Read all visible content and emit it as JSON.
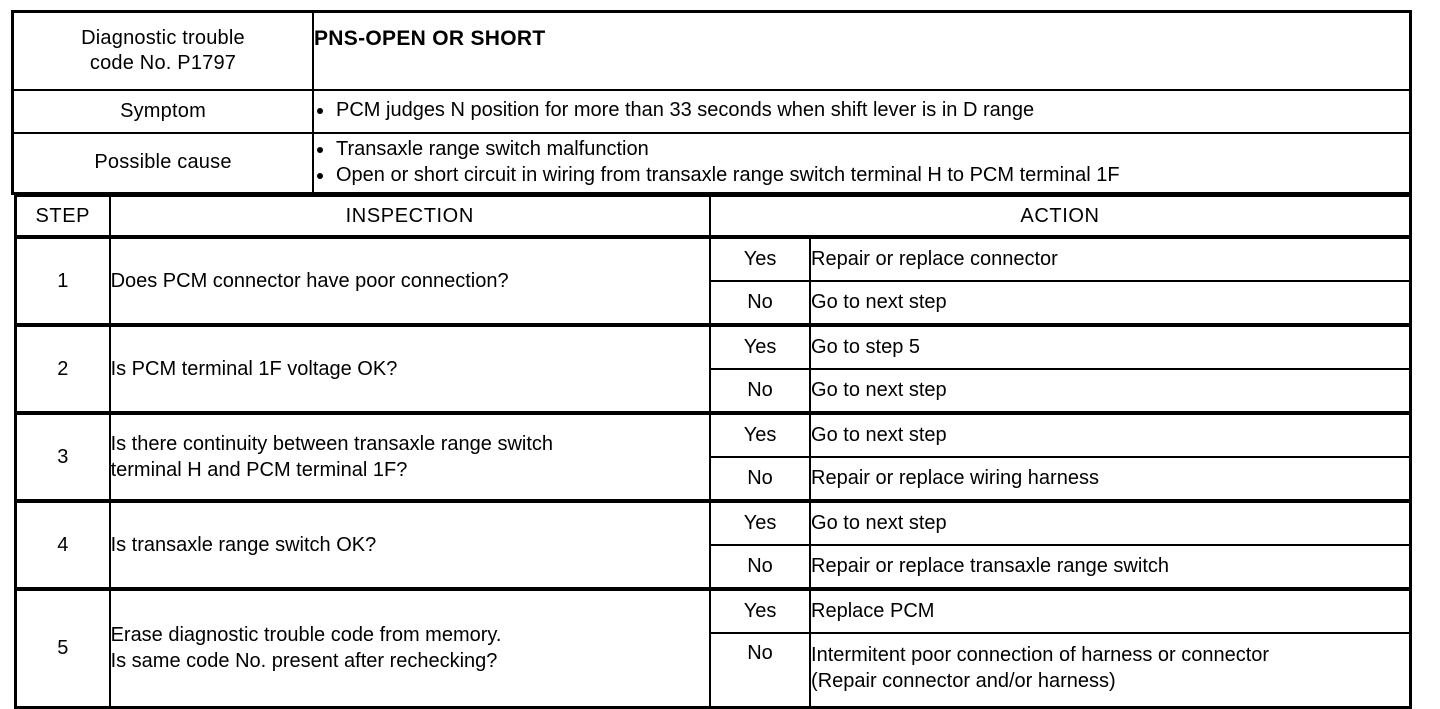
{
  "summary": {
    "rows": [
      {
        "label": "Diagnostic trouble\ncode No. P1797",
        "label_line1": "Diagnostic trouble",
        "label_line2": "code No. P1797",
        "value_title": "PNS-OPEN OR SHORT",
        "bullets": []
      },
      {
        "label_line1": "Symptom",
        "label_line2": "",
        "bullets": [
          "PCM judges N position for more than 33 seconds when shift lever is in D range"
        ]
      },
      {
        "label_line1": "Possible cause",
        "label_line2": "",
        "bullets": [
          "Transaxle range switch malfunction",
          "Open or short circuit in wiring from transaxle range switch terminal H to PCM terminal 1F"
        ]
      }
    ]
  },
  "steps_table": {
    "headers": {
      "step": "STEP",
      "inspection": "INSPECTION",
      "action": "ACTION"
    },
    "rows": [
      {
        "step": "1",
        "inspection_lines": [
          "Does PCM connector have poor connection?"
        ],
        "branches": [
          {
            "answer": "Yes",
            "action_lines": [
              "Repair or replace connector"
            ]
          },
          {
            "answer": "No",
            "action_lines": [
              "Go to next step"
            ]
          }
        ]
      },
      {
        "step": "2",
        "inspection_lines": [
          "Is PCM terminal 1F voltage OK?"
        ],
        "branches": [
          {
            "answer": "Yes",
            "action_lines": [
              "Go to step 5"
            ]
          },
          {
            "answer": "No",
            "action_lines": [
              "Go to next step"
            ]
          }
        ]
      },
      {
        "step": "3",
        "inspection_lines": [
          "Is there continuity between transaxle range switch",
          "terminal H and PCM terminal 1F?"
        ],
        "branches": [
          {
            "answer": "Yes",
            "action_lines": [
              "Go to next step"
            ]
          },
          {
            "answer": "No",
            "action_lines": [
              "Repair or replace wiring harness"
            ]
          }
        ]
      },
      {
        "step": "4",
        "inspection_lines": [
          "Is transaxle range switch OK?"
        ],
        "branches": [
          {
            "answer": "Yes",
            "action_lines": [
              "Go to next step"
            ]
          },
          {
            "answer": "No",
            "action_lines": [
              "Repair or replace transaxle range switch"
            ]
          }
        ]
      },
      {
        "step": "5",
        "inspection_lines": [
          "Erase diagnostic trouble code from memory.",
          "Is same code No. present after rechecking?"
        ],
        "branches": [
          {
            "answer": "Yes",
            "action_lines": [
              "Replace PCM"
            ]
          },
          {
            "answer": "No",
            "action_lines": [
              "Intermitent poor connection of harness or connector",
              "(Repair connector and/or harness)"
            ]
          }
        ]
      }
    ]
  }
}
